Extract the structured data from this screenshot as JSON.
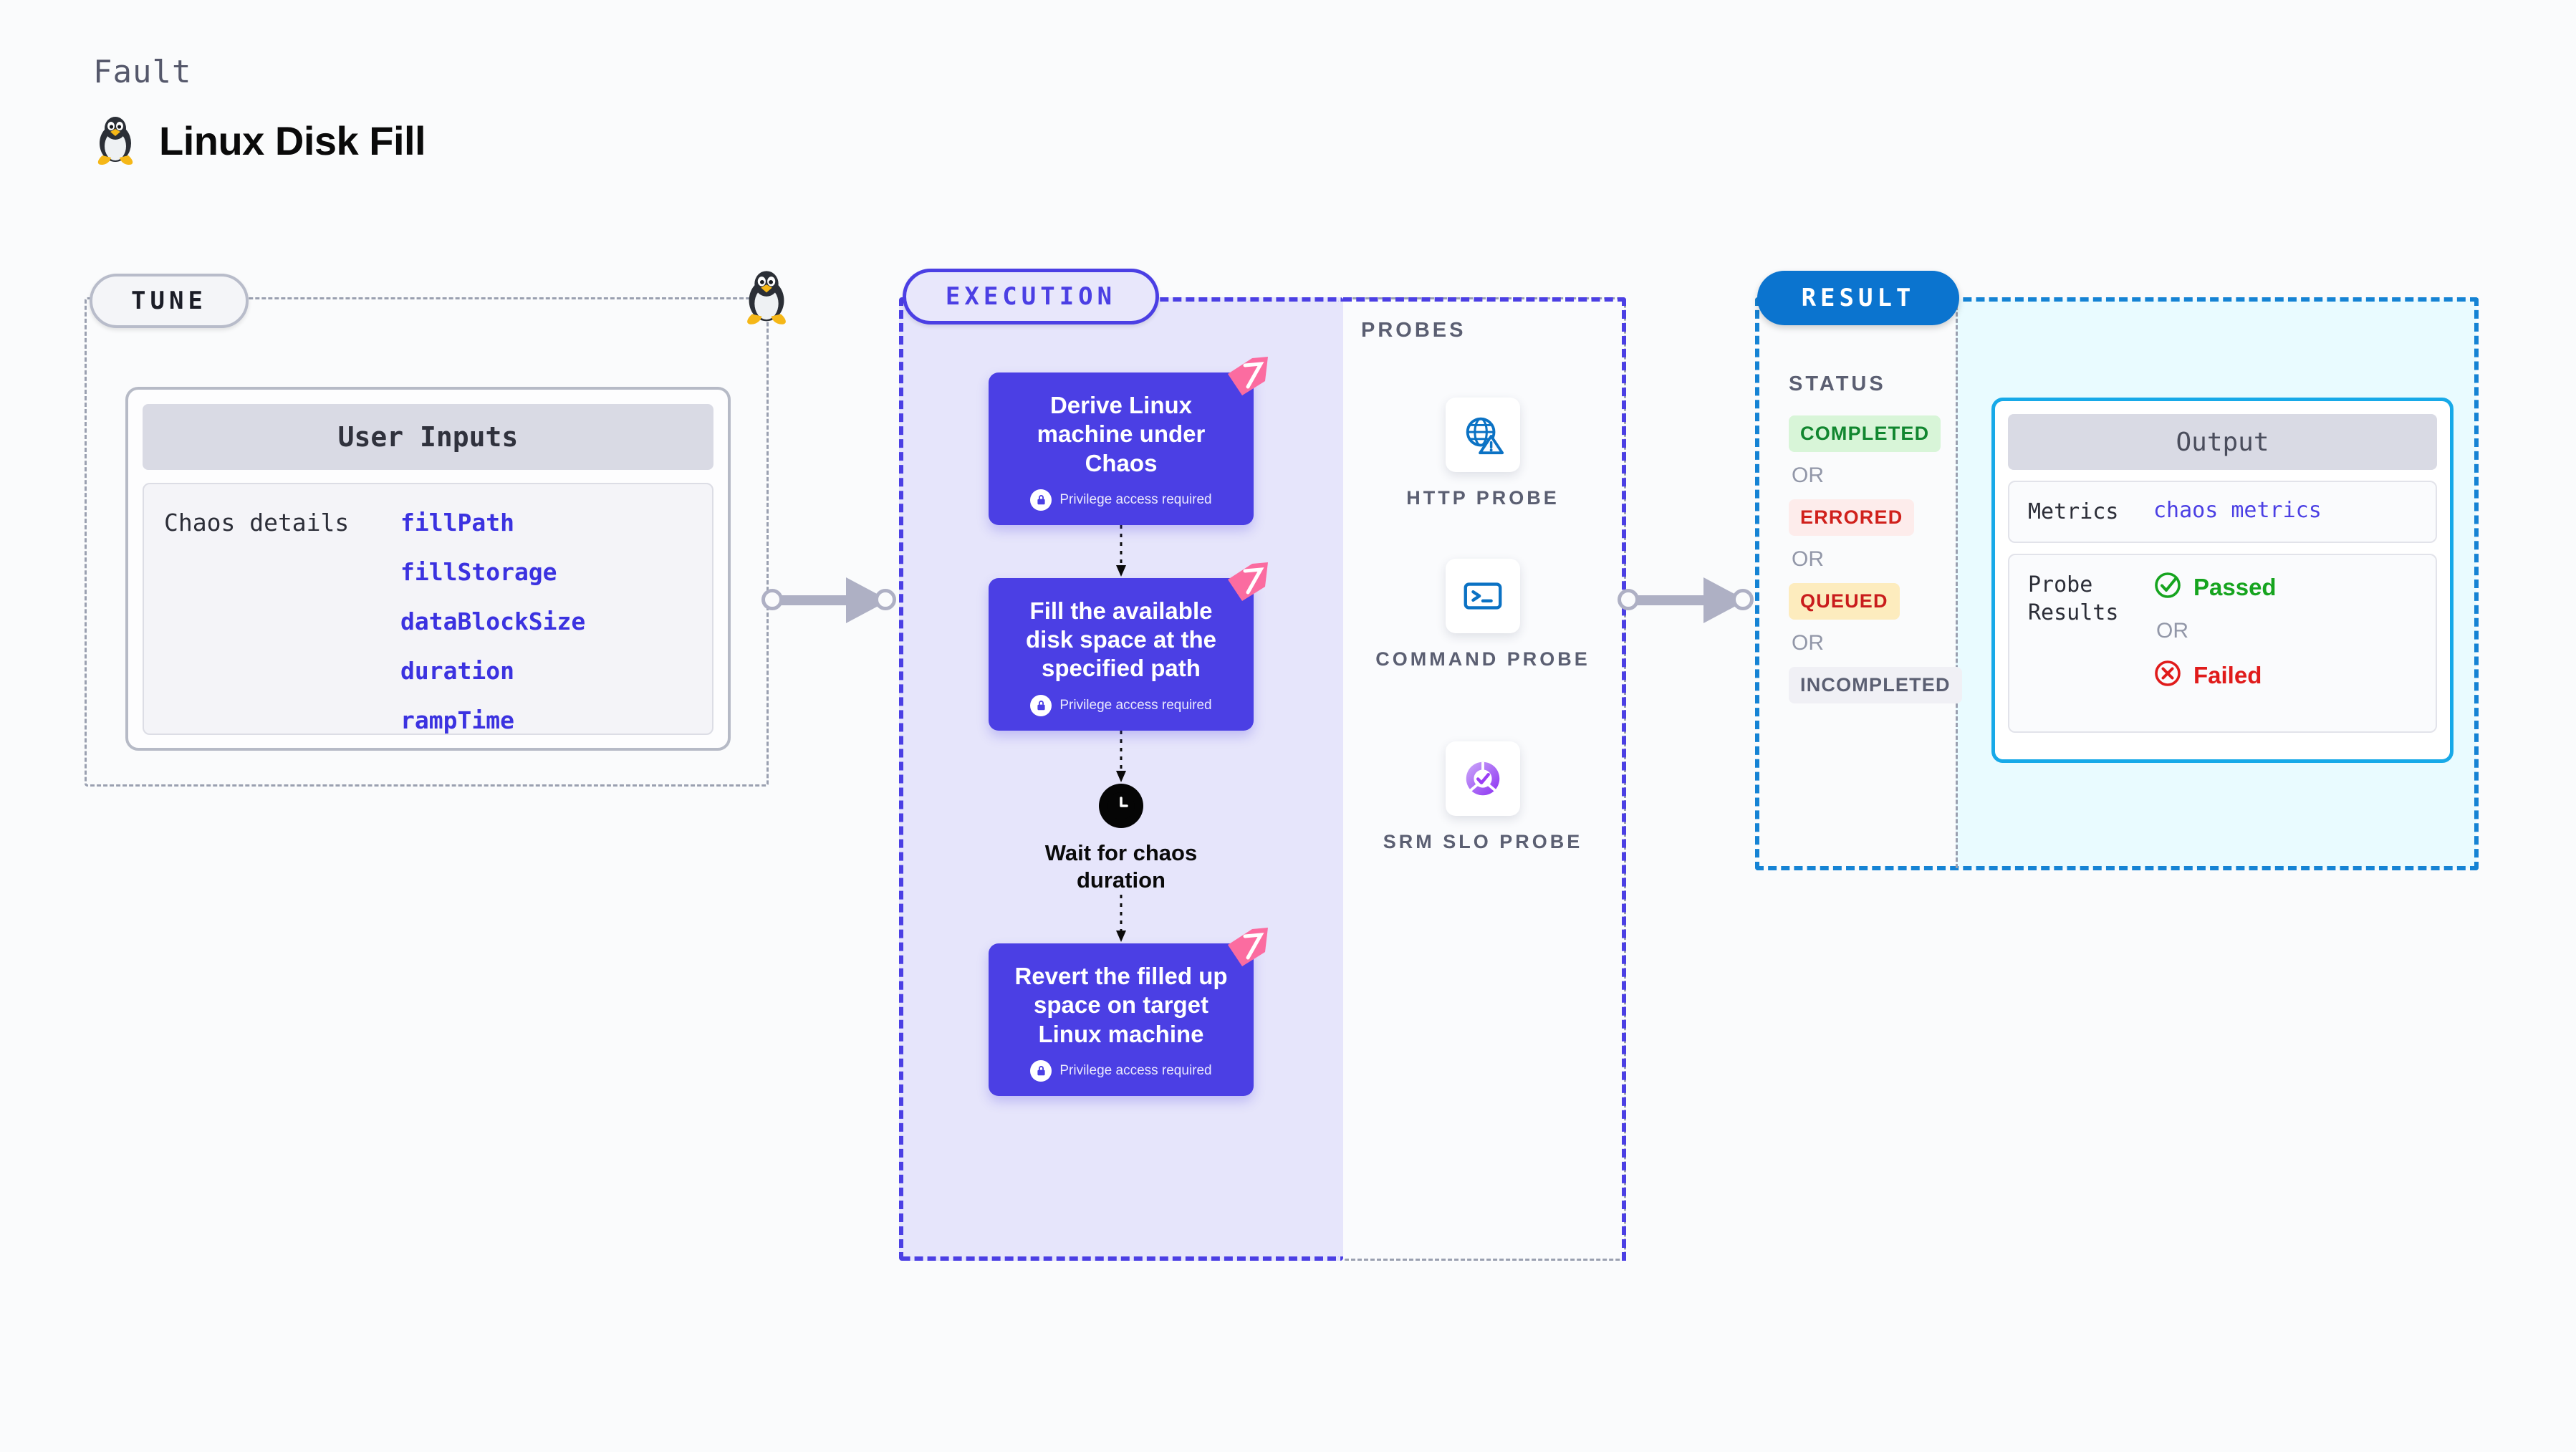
{
  "header": {
    "kicker": "Fault",
    "title": "Linux Disk Fill",
    "icon": "linux-penguin-icon"
  },
  "tune": {
    "pill_label": "TUNE",
    "card_title": "User Inputs",
    "details_label": "Chaos details",
    "params": [
      "fillPath",
      "fillStorage",
      "dataBlockSize",
      "duration",
      "rampTime"
    ]
  },
  "execution": {
    "pill_label": "EXECUTION",
    "privilege_note": "Privilege access required",
    "steps": [
      {
        "title": "Derive Linux machine under Chaos",
        "privileged": true
      },
      {
        "title": "Fill the available disk space at the specified path",
        "privileged": true
      }
    ],
    "wait": {
      "label": "Wait for chaos duration",
      "icon": "clock-icon"
    },
    "final_step": {
      "title": "Revert the filled up space on target Linux machine",
      "privileged": true
    }
  },
  "probes": {
    "section_label": "PROBES",
    "items": [
      {
        "label": "HTTP PROBE",
        "icon": "globe-warning-icon"
      },
      {
        "label": "COMMAND PROBE",
        "icon": "terminal-icon"
      },
      {
        "label": "SRM SLO PROBE",
        "icon": "slo-donut-check-icon"
      }
    ]
  },
  "result": {
    "pill_label": "RESULT",
    "status_label": "STATUS",
    "or_label": "OR",
    "statuses": [
      {
        "label": "COMPLETED",
        "color": "#11862f",
        "bg": "#d8f5d8"
      },
      {
        "label": "ERRORED",
        "color": "#d0211c",
        "bg": "#fdeceb"
      },
      {
        "label": "QUEUED",
        "color": "#c91c1c",
        "bg": "#fdecbe"
      },
      {
        "label": "INCOMPLETED",
        "color": "#5b5f72",
        "bg": "#f0f0f5"
      }
    ],
    "output": {
      "title": "Output",
      "metrics_key": "Metrics",
      "metrics_value": "chaos metrics",
      "probe_results_key": "Probe Results",
      "passed_label": "Passed",
      "failed_label": "Failed",
      "or_label": "OR"
    }
  },
  "colors": {
    "execution_accent": "#4b3fe4",
    "result_accent": "#1583d4",
    "output_accent": "#17a9e8",
    "ribbon": "#fb6ca0",
    "passed": "#16a41f",
    "failed": "#e01b1b",
    "param_blue": "#3b32e0"
  }
}
